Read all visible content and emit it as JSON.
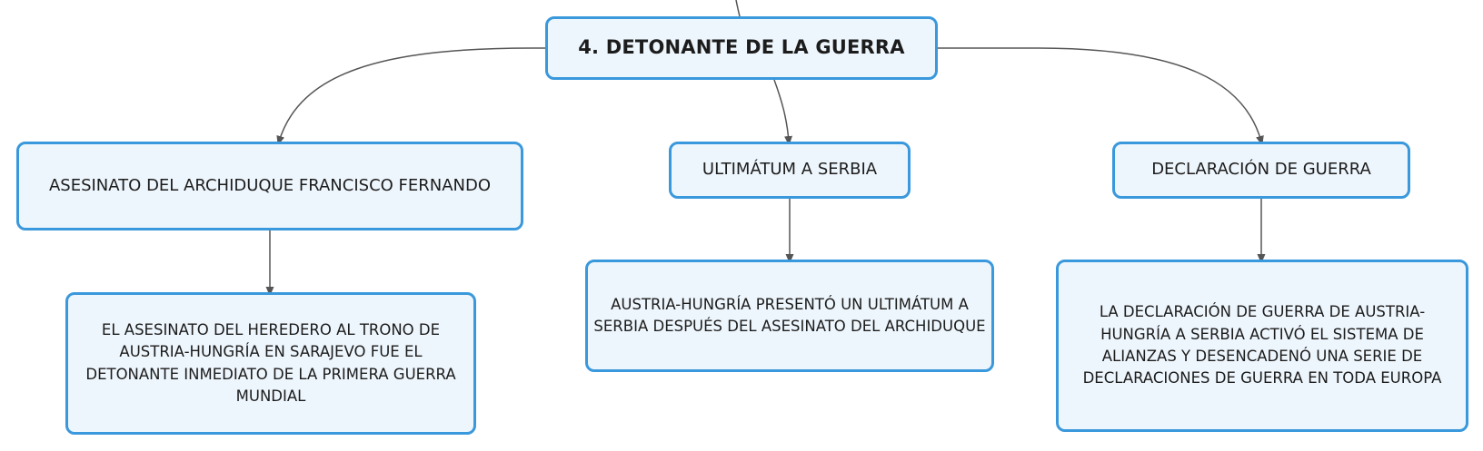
{
  "diagram": {
    "root": {
      "label": "4. DETONANTE DE LA GUERRA"
    },
    "branches": [
      {
        "label": "ASESINATO DEL ARCHIDUQUE FRANCISCO FERNANDO",
        "detail": "EL ASESINATO DEL HEREDERO AL TRONO DE AUSTRIA-HUNGRÍA EN SARAJEVO FUE EL DETONANTE INMEDIATO DE LA PRIMERA GUERRA MUNDIAL"
      },
      {
        "label": "ULTIMÁTUM A SERBIA",
        "detail": "AUSTRIA-HUNGRÍA PRESENTÓ UN ULTIMÁTUM A SERBIA DESPUÉS DEL ASESINATO DEL ARCHIDUQUE"
      },
      {
        "label": "DECLARACIÓN DE GUERRA",
        "detail": "LA DECLARACIÓN DE GUERRA DE AUSTRIA-HUNGRÍA A SERBIA ACTIVÓ EL SISTEMA DE ALIANZAS Y DESENCADENÓ UNA SERIE DE DECLARACIONES DE GUERRA EN TODA EUROPA"
      }
    ]
  },
  "colors": {
    "node_fill": "#eef6fd",
    "node_border": "#3a98dc",
    "connector": "#555555",
    "text": "#1c1c1c"
  }
}
